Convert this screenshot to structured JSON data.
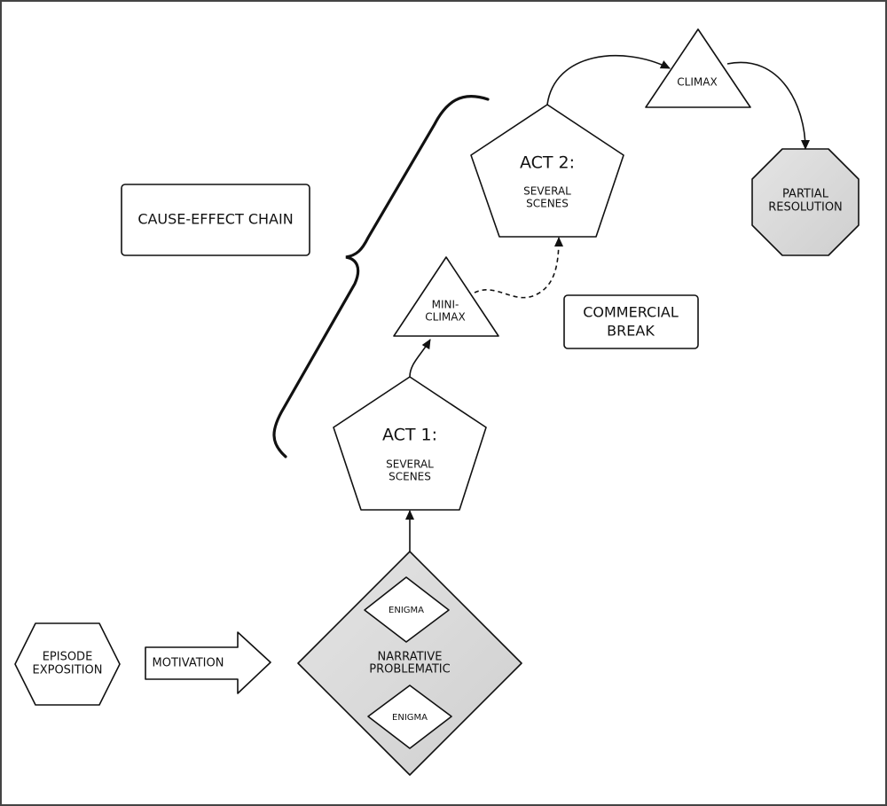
{
  "diagram": {
    "nodes": {
      "episode_exposition": {
        "line1": "EPISODE",
        "line2": "EXPOSITION",
        "shape": "hexagon",
        "fill": "#ffffff"
      },
      "motivation": {
        "label": "MOTIVATION",
        "shape": "block-arrow",
        "fill": "#ffffff"
      },
      "narrative_problematic": {
        "line1": "NARRATIVE",
        "line2": "PROBLEMATIC",
        "shape": "diamond",
        "fill": "#d6d6d6"
      },
      "enigma_top": {
        "label": "ENIGMA",
        "shape": "diamond",
        "fill": "#ffffff"
      },
      "enigma_bottom": {
        "label": "ENIGMA",
        "shape": "diamond",
        "fill": "#ffffff"
      },
      "act1": {
        "title": "ACT 1:",
        "line1": "SEVERAL",
        "line2": "SCENES",
        "shape": "pentagon",
        "fill": "#ffffff"
      },
      "mini_climax": {
        "line1": "MINI-",
        "line2": "CLIMAX",
        "shape": "triangle",
        "fill": "#ffffff"
      },
      "act2": {
        "title": "ACT 2:",
        "line1": "SEVERAL",
        "line2": "SCENES",
        "shape": "pentagon",
        "fill": "#ffffff"
      },
      "climax": {
        "label": "CLIMAX",
        "shape": "triangle",
        "fill": "#ffffff"
      },
      "partial_resolution": {
        "line1": "PARTIAL",
        "line2": "RESOLUTION",
        "shape": "octagon",
        "fill": "#d6d6d6"
      },
      "cause_effect_chain": {
        "label": "CAUSE-EFFECT CHAIN",
        "shape": "rounded-rectangle",
        "fill": "#ffffff"
      },
      "commercial_break": {
        "line1": "COMMERCIAL",
        "line2": "BREAK",
        "shape": "rounded-rectangle",
        "fill": "#ffffff"
      }
    },
    "edges": [
      {
        "from": "narrative_problematic",
        "to": "act1",
        "style": "solid"
      },
      {
        "from": "act1",
        "to": "mini_climax",
        "style": "solid"
      },
      {
        "from": "mini_climax",
        "to": "act2",
        "style": "dashed"
      },
      {
        "from": "act2",
        "to": "climax",
        "style": "solid"
      },
      {
        "from": "climax",
        "to": "partial_resolution",
        "style": "solid"
      }
    ],
    "annotations": [
      {
        "type": "curly-brace",
        "spans": [
          "act1",
          "act2"
        ],
        "label_ref": "cause_effect_chain"
      }
    ]
  }
}
